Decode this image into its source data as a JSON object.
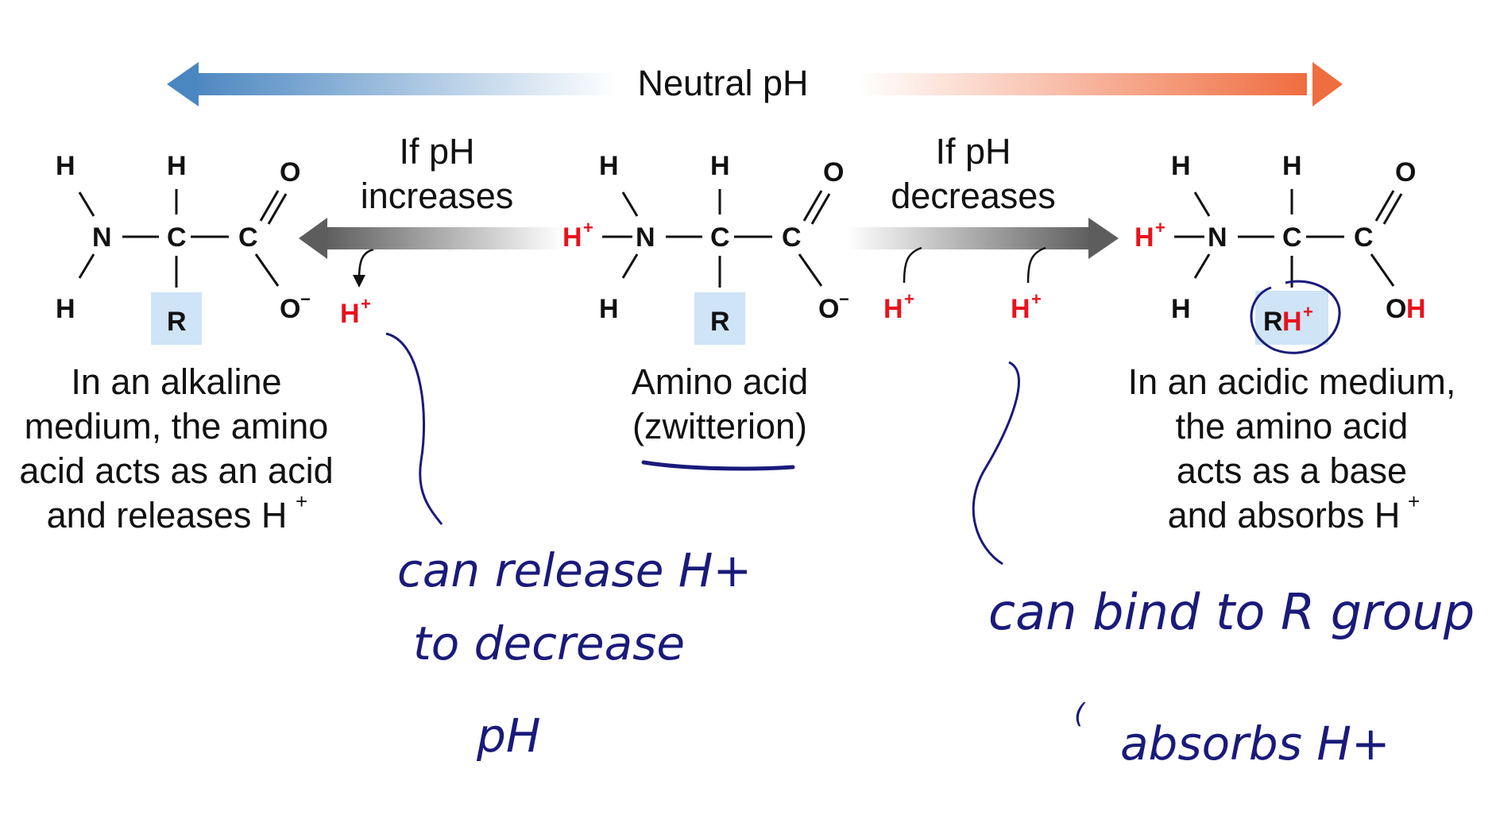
{
  "header": {
    "label": "Neutral pH"
  },
  "arrows": {
    "left_label_line1": "If pH",
    "left_label_line2": "increases",
    "right_label_line1": "If pH",
    "right_label_line2": "decreases"
  },
  "molecules": {
    "atoms": {
      "H": "H",
      "N": "N",
      "C": "C",
      "O": "O",
      "R": "R",
      "O_minus": "O",
      "minus": "−",
      "OH": "OH",
      "O_of_OH": "O",
      "H_of_OH": "H"
    },
    "left": {
      "released_H": "H",
      "plus": "+"
    },
    "middle": {
      "H_plus": "H",
      "plus": "+",
      "released_1": "H",
      "released_2": "H"
    },
    "right": {
      "H_plus": "H",
      "plus": "+",
      "RH_R": "R",
      "RH_H": "H"
    }
  },
  "captions": {
    "left": [
      "In an alkaline",
      "medium, the amino",
      "acid acts as an acid",
      "and releases H"
    ],
    "left_sup": "+",
    "middle": [
      "Amino acid",
      "(zwitterion)"
    ],
    "right": [
      "In an acidic medium,",
      "the amino acid",
      "acts as a base",
      "and absorbs H"
    ],
    "right_sup": "+"
  },
  "handwriting": {
    "left_line1": "can release H+",
    "left_line2": "to decrease",
    "left_line3": "pH",
    "right_line1": "can bind to R group",
    "right_line2": "absorbs H+",
    "right_paren": "("
  },
  "colors": {
    "alkaline_blue": "#4a86c0",
    "acidic_orange": "#ef6d3f",
    "ion_red": "#e8121c",
    "r_box": "#cfe4f6",
    "ink": "#1a1a7a",
    "gray_arrow": "#5d5d5d"
  }
}
